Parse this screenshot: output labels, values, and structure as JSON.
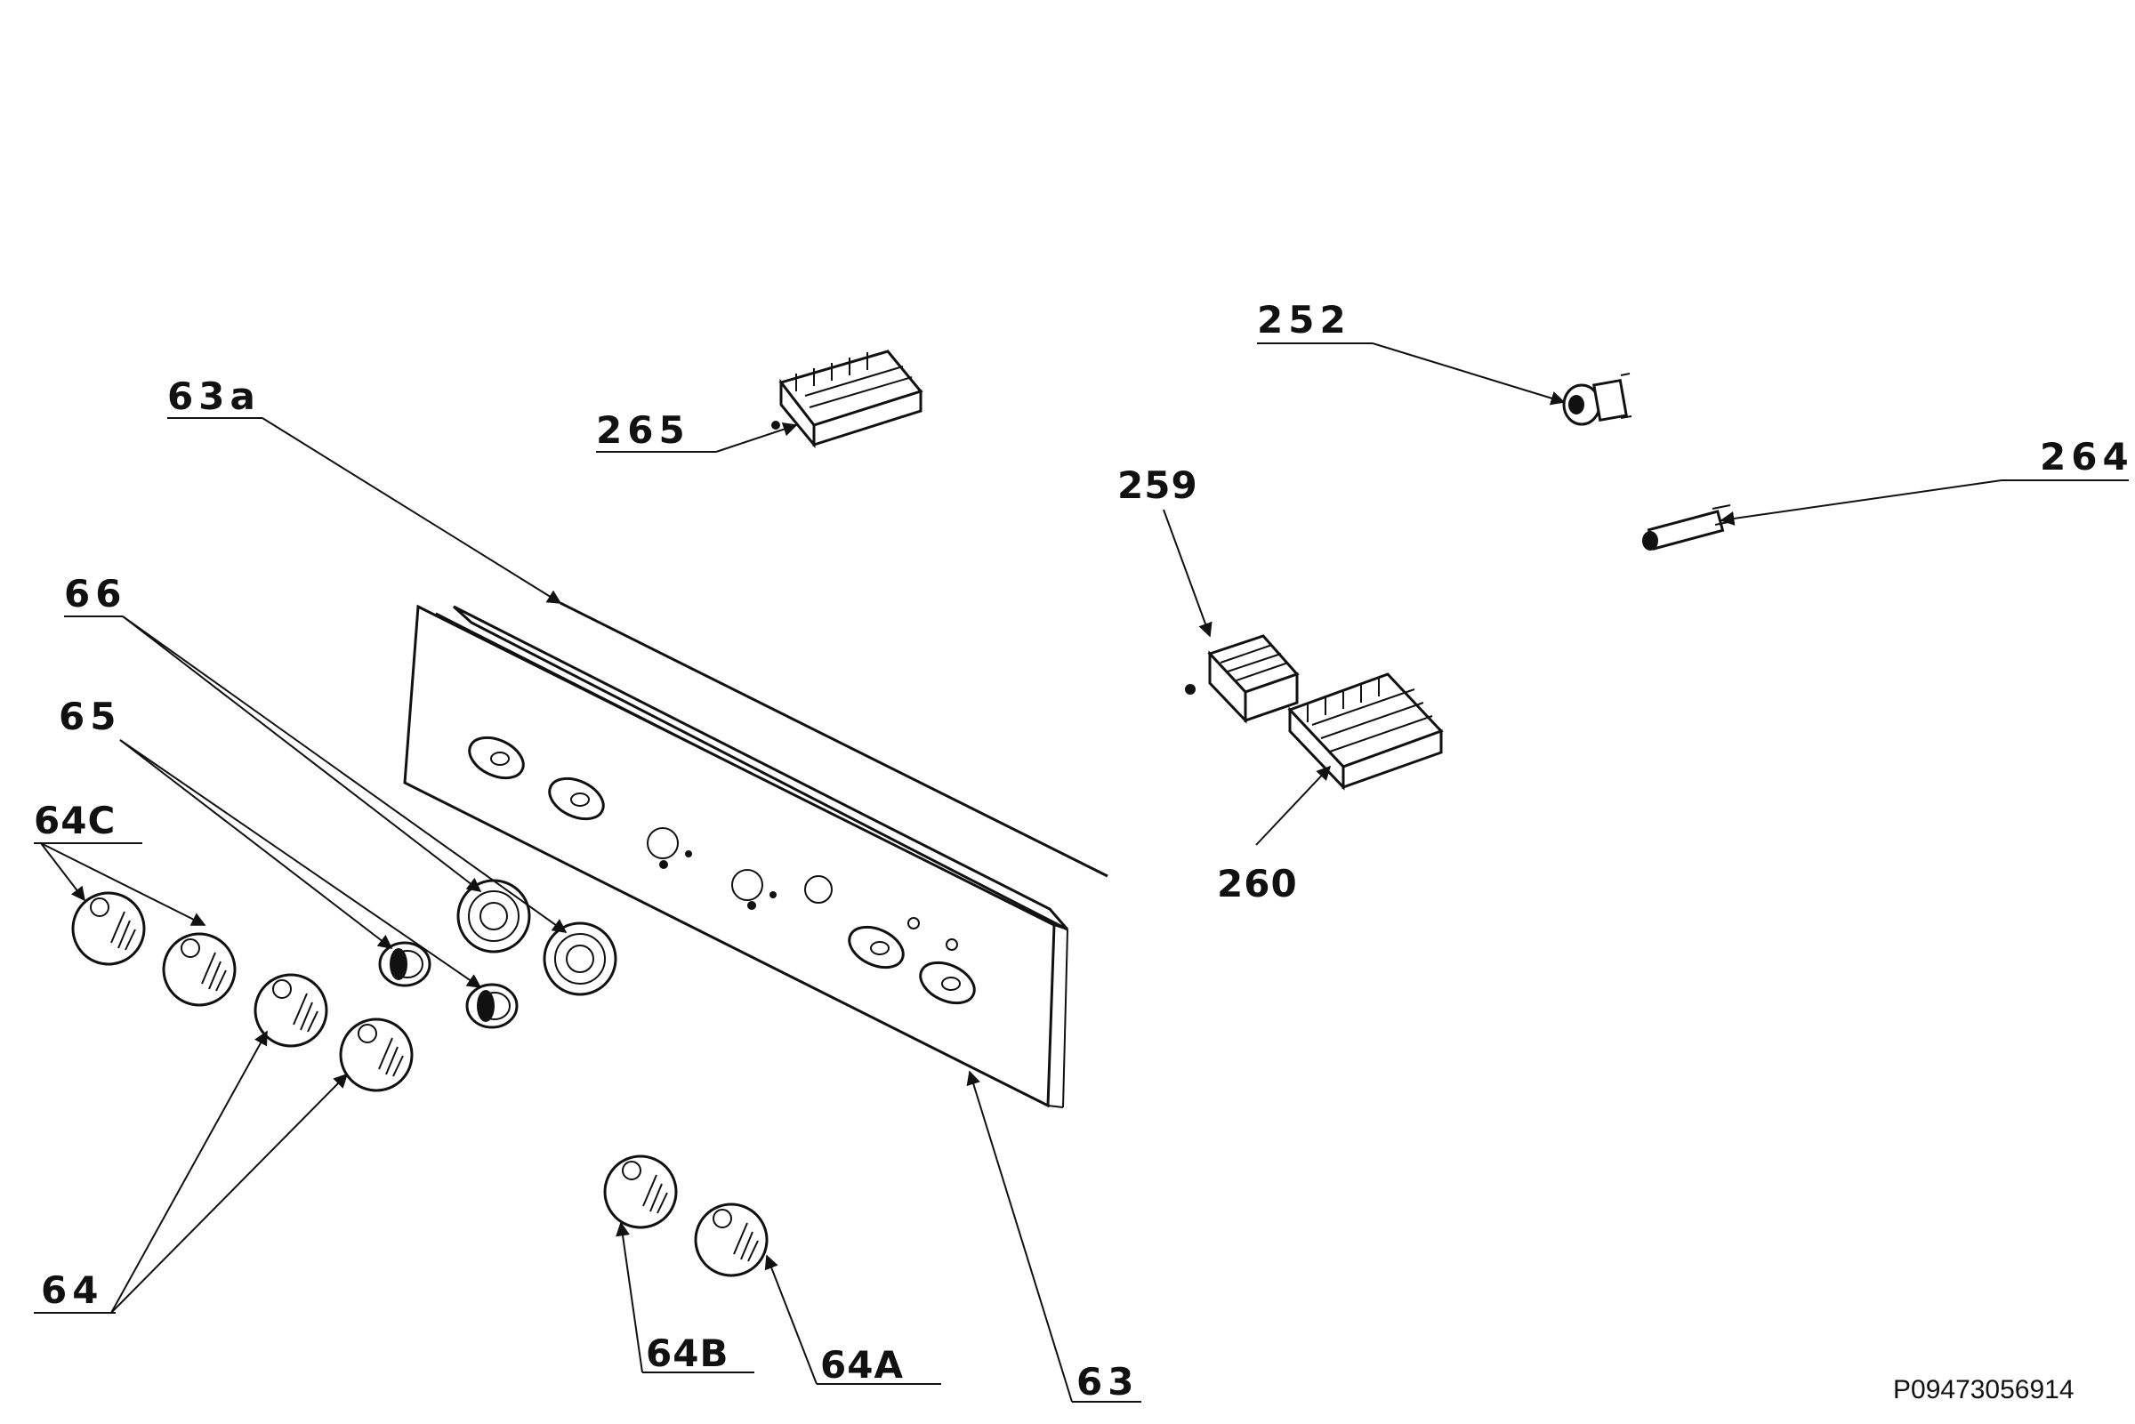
{
  "diagram": {
    "reference_code": "P09473056914",
    "callouts": {
      "c63a": "63a",
      "c265": "265",
      "c252": "252",
      "c264": "264",
      "c259": "259",
      "c260": "260",
      "c66": "66",
      "c65": "65",
      "c64c": "64C",
      "c64": "64",
      "c64b": "64B",
      "c64a": "64A",
      "c63": "63"
    }
  }
}
